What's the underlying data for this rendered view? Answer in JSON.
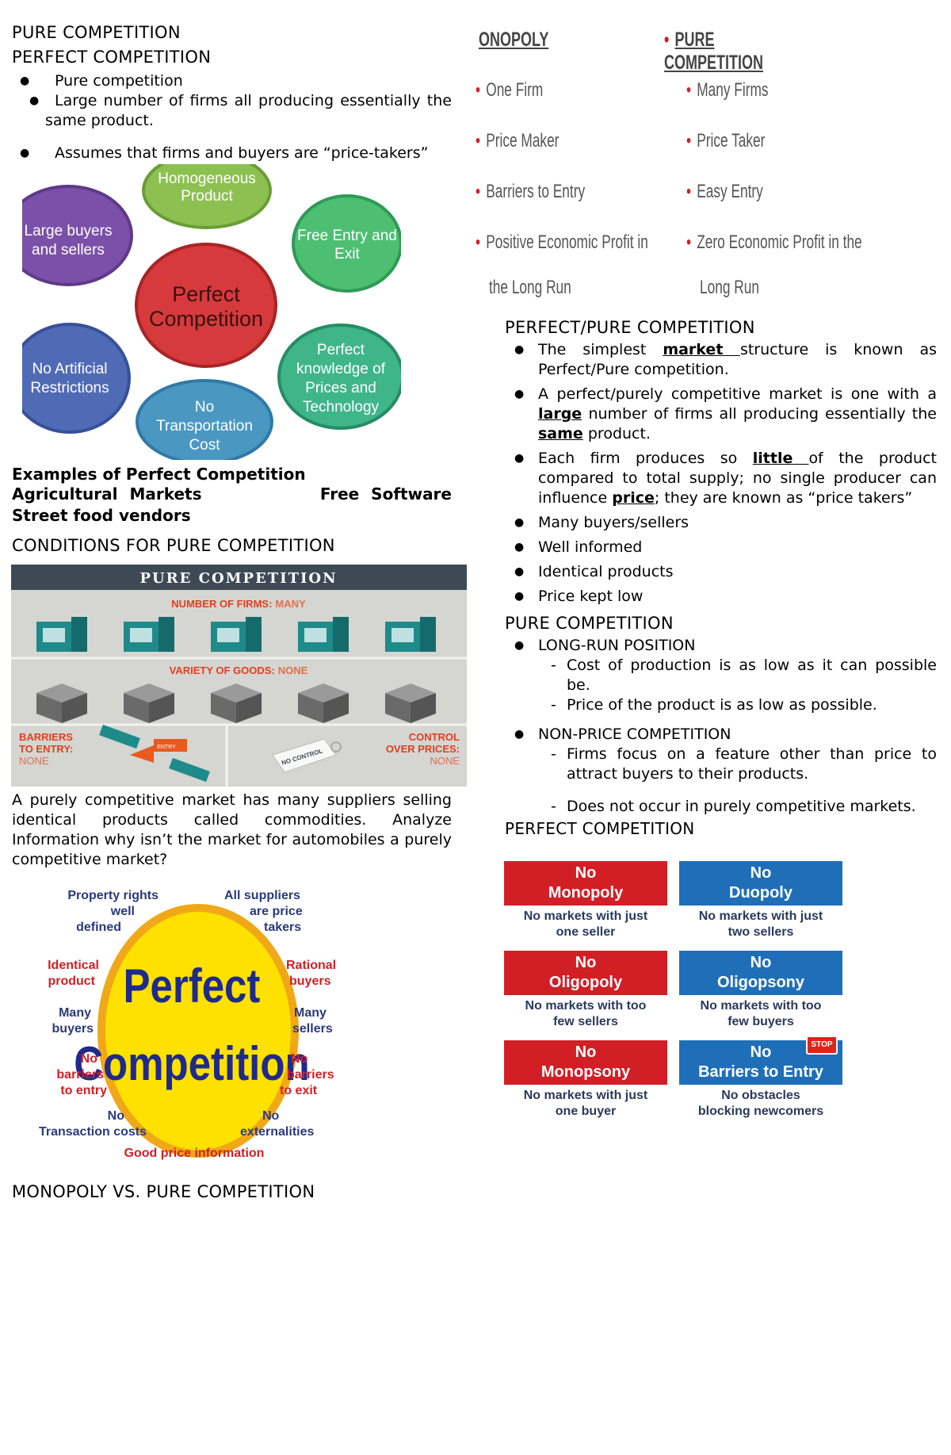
{
  "left": {
    "title1": "PURE COMPETITION",
    "title2": "PERFECT COMPETITION",
    "bullets": [
      "Pure competition",
      "Large number of firms all producing essentially the same product.",
      "Assumes that firms and buyers are “price-takers”"
    ],
    "wheel": {
      "center": "Perfect Competition",
      "petals": [
        "Homogeneous Product",
        "Free Entry and Exit",
        "Perfect knowledge of Prices and Technology",
        "No Transportation Cost",
        "No Artificial Restrictions",
        "Large buyers and sellers"
      ]
    },
    "examples_title": "Examples of Perfect Competition",
    "examples_line1_a": "Agricultural Markets",
    "examples_line1_b": "Free Software",
    "examples_line2": "Street food vendors",
    "conditions_title": "CONDITIONS FOR PURE COMPETITION",
    "infographic": {
      "header": "PURE COMPETITION",
      "firms_label": "NUMBER OF FIRMS:",
      "firms_value": "MANY",
      "goods_label": "VARIETY OF GOODS:",
      "goods_value": "NONE",
      "barriers_label1": "BARRIERS",
      "barriers_label2": "TO ENTRY:",
      "barriers_value": "NONE",
      "entry_sign": "ENTRY",
      "control_label1": "CONTROL",
      "control_label2": "OVER PRICES:",
      "control_value": "NONE",
      "tag_text": "NO CONTROL"
    },
    "paragraph": "A purely competitive market has many suppliers selling identical products called commodities. Analyze Information why isn’t the market for automobiles a purely competitive market?",
    "oval": {
      "word1": "Perfect",
      "word2": "Competition",
      "l1": "Property rights well defined",
      "l2": "Identical product",
      "l3": "Many buyers",
      "l4": "No barriers to entry",
      "l5": "No Transaction costs",
      "r1": "All suppliers are price takers",
      "r2": "Rational buyers",
      "r3": "Many sellers",
      "r4": "No barriers to exit",
      "r5": "No externalities",
      "bottom": "Good price information"
    },
    "mono_title": "MONOPOLY VS. PURE COMPETITION"
  },
  "right": {
    "compare": {
      "left_head": "ONOPOLY",
      "right_head": "PURE COMPETITION",
      "left_items": [
        "One Firm",
        "Price Maker",
        "Barriers to Entry",
        "Positive Economic Profit in"
      ],
      "left_cont": "the Long Run",
      "right_items": [
        "Many Firms",
        "Price Taker",
        "Easy Entry",
        "Zero Economic Profit in the"
      ],
      "right_cont": "Long Run"
    },
    "pp_title": "PERFECT/PURE COMPETITION",
    "b1_pre": "The simplest ",
    "b1_u": "market ",
    "b1_post": " structure is known as Perfect/Pure competition.",
    "b2_pre": "A perfect/purely competitive market is one with a ",
    "b2_u1": "large",
    "b2_mid": " number of firms all producing essentially the ",
    "b2_u2": "same",
    "b2_post": " product.",
    "b3_pre": "Each firm produces so ",
    "b3_u1": "little ",
    "b3_mid": "of the product compared to total supply; no single producer can influence ",
    "b3_u2": "price",
    "b3_post": "; they are known as “price takers”",
    "short_bullets": [
      "Many buyers/sellers",
      "Well informed",
      "Identical products",
      "Price kept low"
    ],
    "pc_title": "PURE COMPETITION",
    "lr_title": "LONG-RUN POSITION",
    "lr_items": [
      "Cost of production is as low as it can possible be.",
      "Price of the product is as low as possible."
    ],
    "np_title": "NON-PRICE COMPETITION",
    "np_items": [
      "Firms focus on a feature other than price to attract buyers to their products.",
      "Does not occur in purely competitive markets."
    ],
    "pf_title": "PERFECT COMPETITION",
    "tiles": [
      {
        "no": "No",
        "name": "Monopoly",
        "desc1": "No markets with just",
        "desc2": "one seller",
        "color": "#d21f26"
      },
      {
        "no": "No",
        "name": "Duopoly",
        "desc1": "No markets with just",
        "desc2": "two sellers",
        "color": "#1f6fb8"
      },
      {
        "no": "No",
        "name": "Oligopoly",
        "desc1": "No markets with too",
        "desc2": "few sellers",
        "color": "#d21f26"
      },
      {
        "no": "No",
        "name": "Oligopsony",
        "desc1": "No markets with too",
        "desc2": "few buyers",
        "color": "#1f6fb8"
      },
      {
        "no": "No",
        "name": "Monopsony",
        "desc1": "No markets with just",
        "desc2": "one buyer",
        "color": "#d21f26"
      },
      {
        "no": "No",
        "name": "Barriers to Entry",
        "desc1": "No obstacles",
        "desc2": "blocking newcomers",
        "color": "#1f6fb8"
      }
    ],
    "stop_sign": "STOP"
  }
}
